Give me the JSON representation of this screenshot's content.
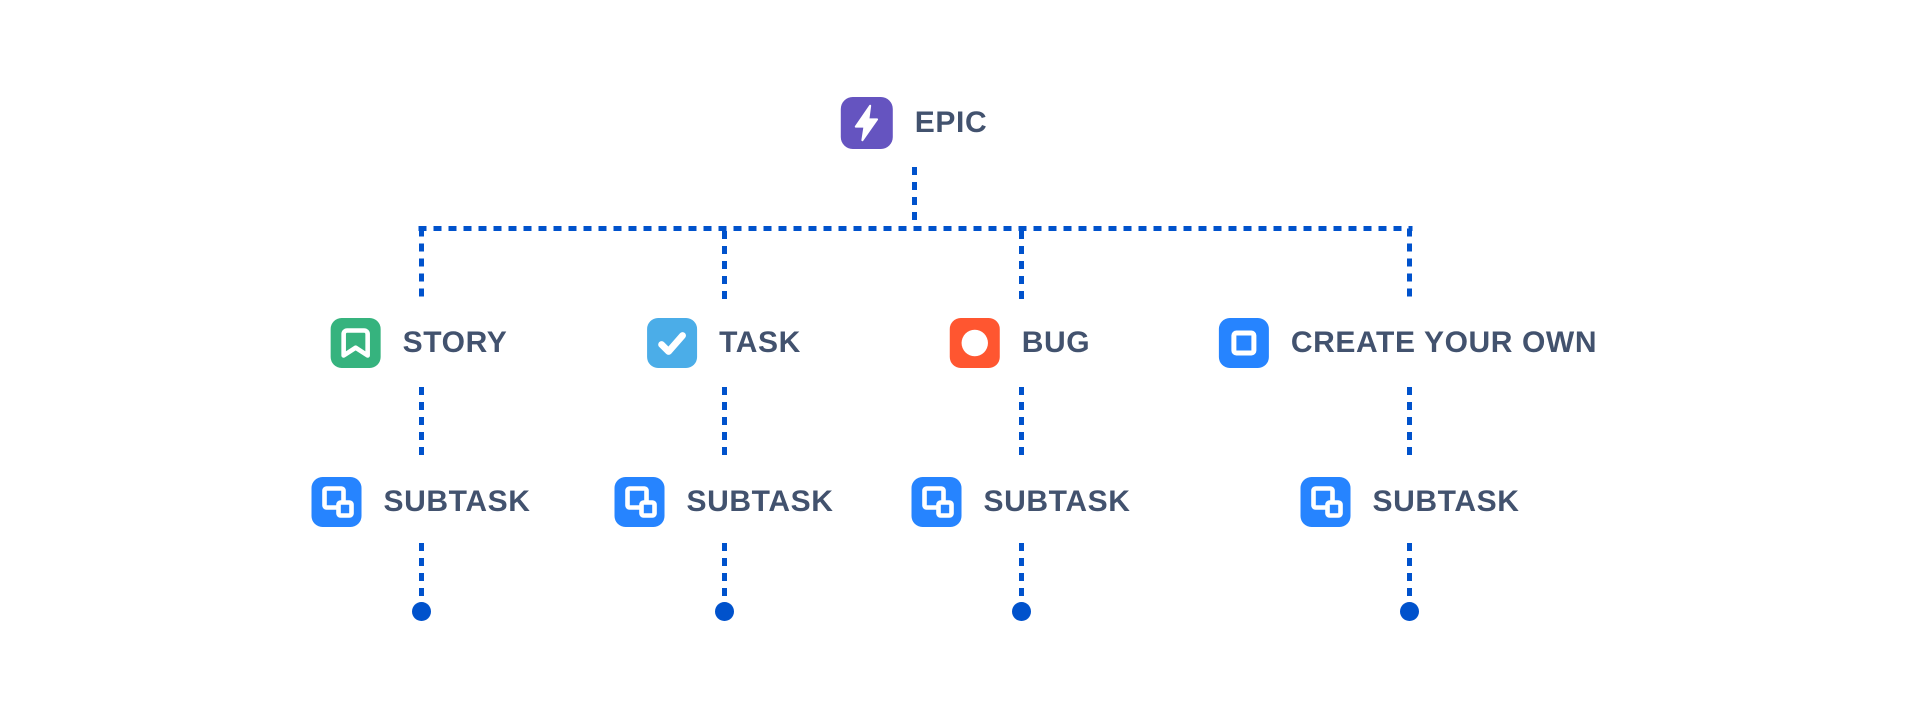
{
  "colors": {
    "connector": "#0052CC",
    "label_text": "#42526E",
    "glyph": "#FFFFFF",
    "epic": "#6554C0",
    "story": "#36B37E",
    "task": "#4BADE8",
    "bug": "#FF5630",
    "custom": "#2684FF",
    "subtask": "#2684FF"
  },
  "root": {
    "label": "EPIC",
    "icon": "epic-lightning-icon",
    "color": "#6554C0"
  },
  "branches": [
    {
      "label": "STORY",
      "icon": "story-bookmark-icon",
      "color": "#36B37E",
      "subtask": {
        "label": "SUBTASK",
        "icon": "subtask-icon",
        "color": "#2684FF"
      }
    },
    {
      "label": "TASK",
      "icon": "task-checkmark-icon",
      "color": "#4BADE8",
      "subtask": {
        "label": "SUBTASK",
        "icon": "subtask-icon",
        "color": "#2684FF"
      }
    },
    {
      "label": "BUG",
      "icon": "bug-circle-icon",
      "color": "#FF5630",
      "subtask": {
        "label": "SUBTASK",
        "icon": "subtask-icon",
        "color": "#2684FF"
      }
    },
    {
      "label": "CREATE YOUR OWN",
      "icon": "custom-square-icon",
      "color": "#2684FF",
      "subtask": {
        "label": "SUBTASK",
        "icon": "subtask-icon",
        "color": "#2684FF"
      }
    }
  ]
}
